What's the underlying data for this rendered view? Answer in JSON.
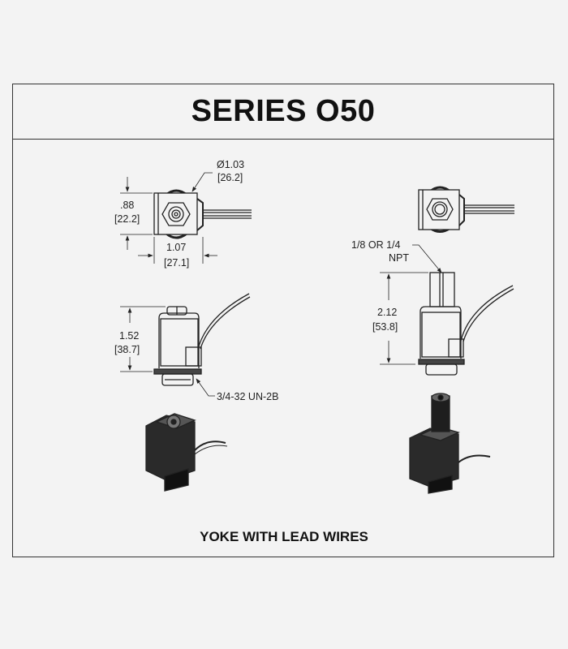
{
  "title": "SERIES O50",
  "caption": "YOKE WITH LEAD WIRES",
  "left_views": {
    "diameter_in": "Ø1.03",
    "diameter_mm": "[26.2]",
    "height_in": ".88",
    "height_mm": "[22.2]",
    "width_in": "1.07",
    "width_mm": "[27.1]",
    "side_height_in": "1.52",
    "side_height_mm": "[38.7]",
    "thread_label": "3/4-32 UN-2B"
  },
  "right_views": {
    "port_label_line1": "1/8 OR 1/4",
    "port_label_line2": "NPT",
    "side_height_in": "2.12",
    "side_height_mm": "[53.8]"
  }
}
